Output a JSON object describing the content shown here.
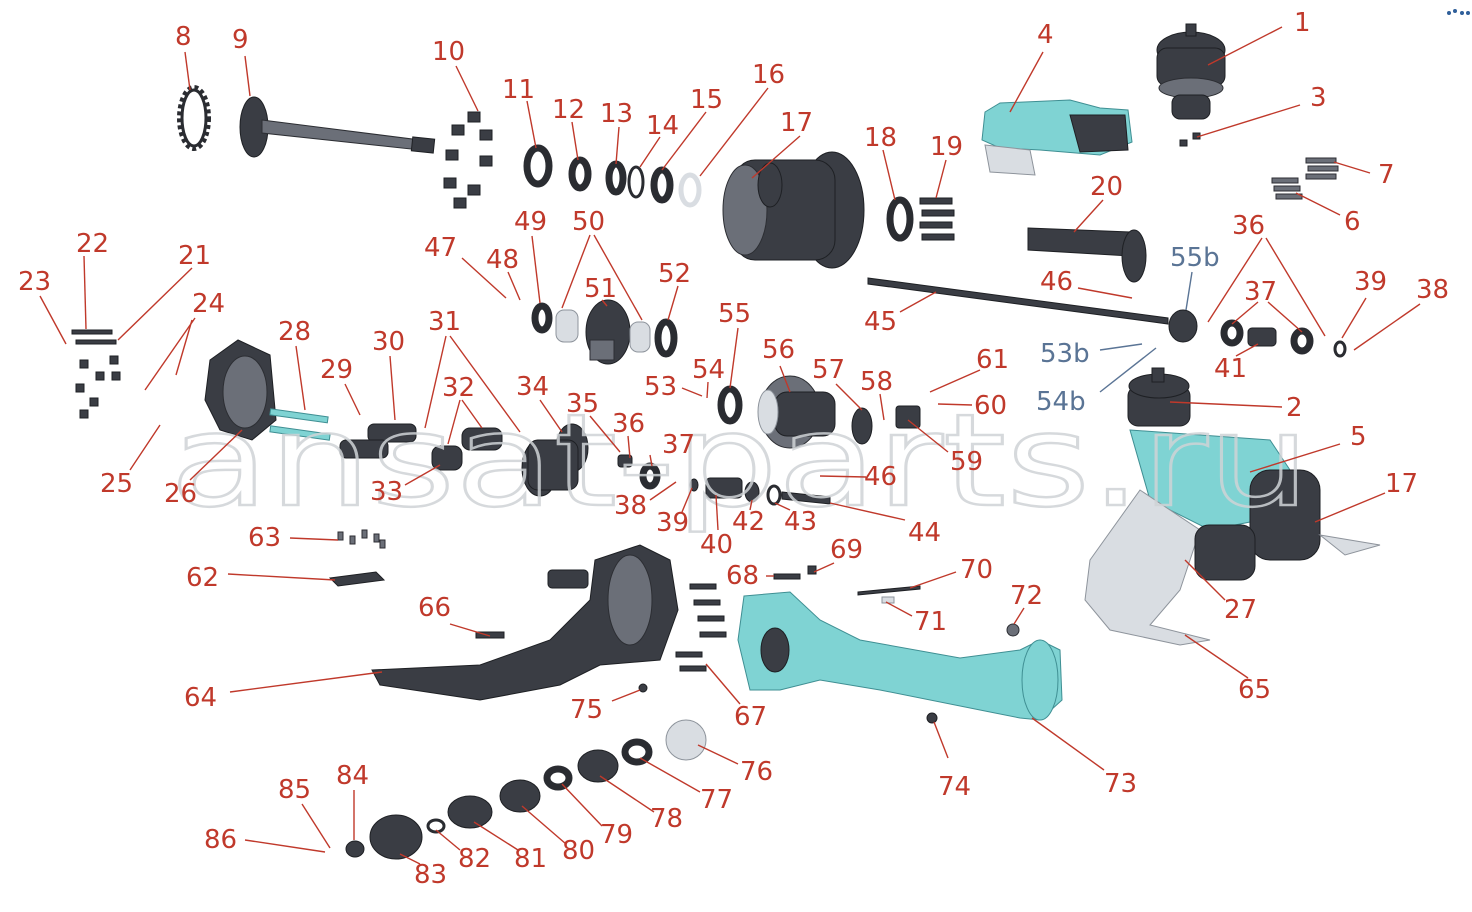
{
  "diagram": {
    "watermark": "ansat-parts.ru",
    "colors": {
      "label_red": "#c0392b",
      "label_blue": "#5a7495",
      "leader_red": "#c0392b",
      "leader_blue": "#5a7495",
      "part_dark": "#3a3d44",
      "part_teal": "#7fd3d3"
    },
    "callouts": [
      {
        "id": "1",
        "color": "red"
      },
      {
        "id": "2",
        "color": "red"
      },
      {
        "id": "3",
        "color": "red"
      },
      {
        "id": "4",
        "color": "red"
      },
      {
        "id": "5",
        "color": "red"
      },
      {
        "id": "6",
        "color": "red"
      },
      {
        "id": "7",
        "color": "red"
      },
      {
        "id": "8",
        "color": "red"
      },
      {
        "id": "9",
        "color": "red"
      },
      {
        "id": "10",
        "color": "red"
      },
      {
        "id": "11",
        "color": "red"
      },
      {
        "id": "12",
        "color": "red"
      },
      {
        "id": "13",
        "color": "red"
      },
      {
        "id": "14",
        "color": "red"
      },
      {
        "id": "15",
        "color": "red"
      },
      {
        "id": "16",
        "color": "red"
      },
      {
        "id": "17",
        "color": "red"
      },
      {
        "id": "17",
        "color": "red"
      },
      {
        "id": "18",
        "color": "red"
      },
      {
        "id": "19",
        "color": "red"
      },
      {
        "id": "20",
        "color": "red"
      },
      {
        "id": "21",
        "color": "red"
      },
      {
        "id": "22",
        "color": "red"
      },
      {
        "id": "23",
        "color": "red"
      },
      {
        "id": "24",
        "color": "red"
      },
      {
        "id": "25",
        "color": "red"
      },
      {
        "id": "26",
        "color": "red"
      },
      {
        "id": "27",
        "color": "red"
      },
      {
        "id": "28",
        "color": "red"
      },
      {
        "id": "29",
        "color": "red"
      },
      {
        "id": "30",
        "color": "red"
      },
      {
        "id": "31",
        "color": "red"
      },
      {
        "id": "32",
        "color": "red"
      },
      {
        "id": "33",
        "color": "red"
      },
      {
        "id": "34",
        "color": "red"
      },
      {
        "id": "35",
        "color": "red"
      },
      {
        "id": "36",
        "color": "red"
      },
      {
        "id": "36",
        "color": "red"
      },
      {
        "id": "37",
        "color": "red"
      },
      {
        "id": "37",
        "color": "red"
      },
      {
        "id": "38",
        "color": "red"
      },
      {
        "id": "38",
        "color": "red"
      },
      {
        "id": "39",
        "color": "red"
      },
      {
        "id": "39",
        "color": "red"
      },
      {
        "id": "40",
        "color": "red"
      },
      {
        "id": "41",
        "color": "red"
      },
      {
        "id": "42",
        "color": "red"
      },
      {
        "id": "43",
        "color": "red"
      },
      {
        "id": "44",
        "color": "red"
      },
      {
        "id": "45",
        "color": "red"
      },
      {
        "id": "46",
        "color": "red"
      },
      {
        "id": "46",
        "color": "red"
      },
      {
        "id": "47",
        "color": "red"
      },
      {
        "id": "48",
        "color": "red"
      },
      {
        "id": "49",
        "color": "red"
      },
      {
        "id": "50",
        "color": "red"
      },
      {
        "id": "51",
        "color": "red"
      },
      {
        "id": "52",
        "color": "red"
      },
      {
        "id": "53",
        "color": "red"
      },
      {
        "id": "54",
        "color": "red"
      },
      {
        "id": "55",
        "color": "red"
      },
      {
        "id": "56",
        "color": "red"
      },
      {
        "id": "57",
        "color": "red"
      },
      {
        "id": "58",
        "color": "red"
      },
      {
        "id": "59",
        "color": "red"
      },
      {
        "id": "60",
        "color": "red"
      },
      {
        "id": "61",
        "color": "red"
      },
      {
        "id": "62",
        "color": "red"
      },
      {
        "id": "63",
        "color": "red"
      },
      {
        "id": "64",
        "color": "red"
      },
      {
        "id": "65",
        "color": "red"
      },
      {
        "id": "66",
        "color": "red"
      },
      {
        "id": "67",
        "color": "red"
      },
      {
        "id": "68",
        "color": "red"
      },
      {
        "id": "69",
        "color": "red"
      },
      {
        "id": "70",
        "color": "red"
      },
      {
        "id": "71",
        "color": "red"
      },
      {
        "id": "72",
        "color": "red"
      },
      {
        "id": "73",
        "color": "red"
      },
      {
        "id": "74",
        "color": "red"
      },
      {
        "id": "75",
        "color": "red"
      },
      {
        "id": "76",
        "color": "red"
      },
      {
        "id": "77",
        "color": "red"
      },
      {
        "id": "78",
        "color": "red"
      },
      {
        "id": "79",
        "color": "red"
      },
      {
        "id": "80",
        "color": "red"
      },
      {
        "id": "81",
        "color": "red"
      },
      {
        "id": "82",
        "color": "red"
      },
      {
        "id": "83",
        "color": "red"
      },
      {
        "id": "84",
        "color": "red"
      },
      {
        "id": "85",
        "color": "red"
      },
      {
        "id": "86",
        "color": "red"
      },
      {
        "id": "55b",
        "color": "blue"
      },
      {
        "id": "53b",
        "color": "blue"
      },
      {
        "id": "54b",
        "color": "blue"
      }
    ]
  }
}
